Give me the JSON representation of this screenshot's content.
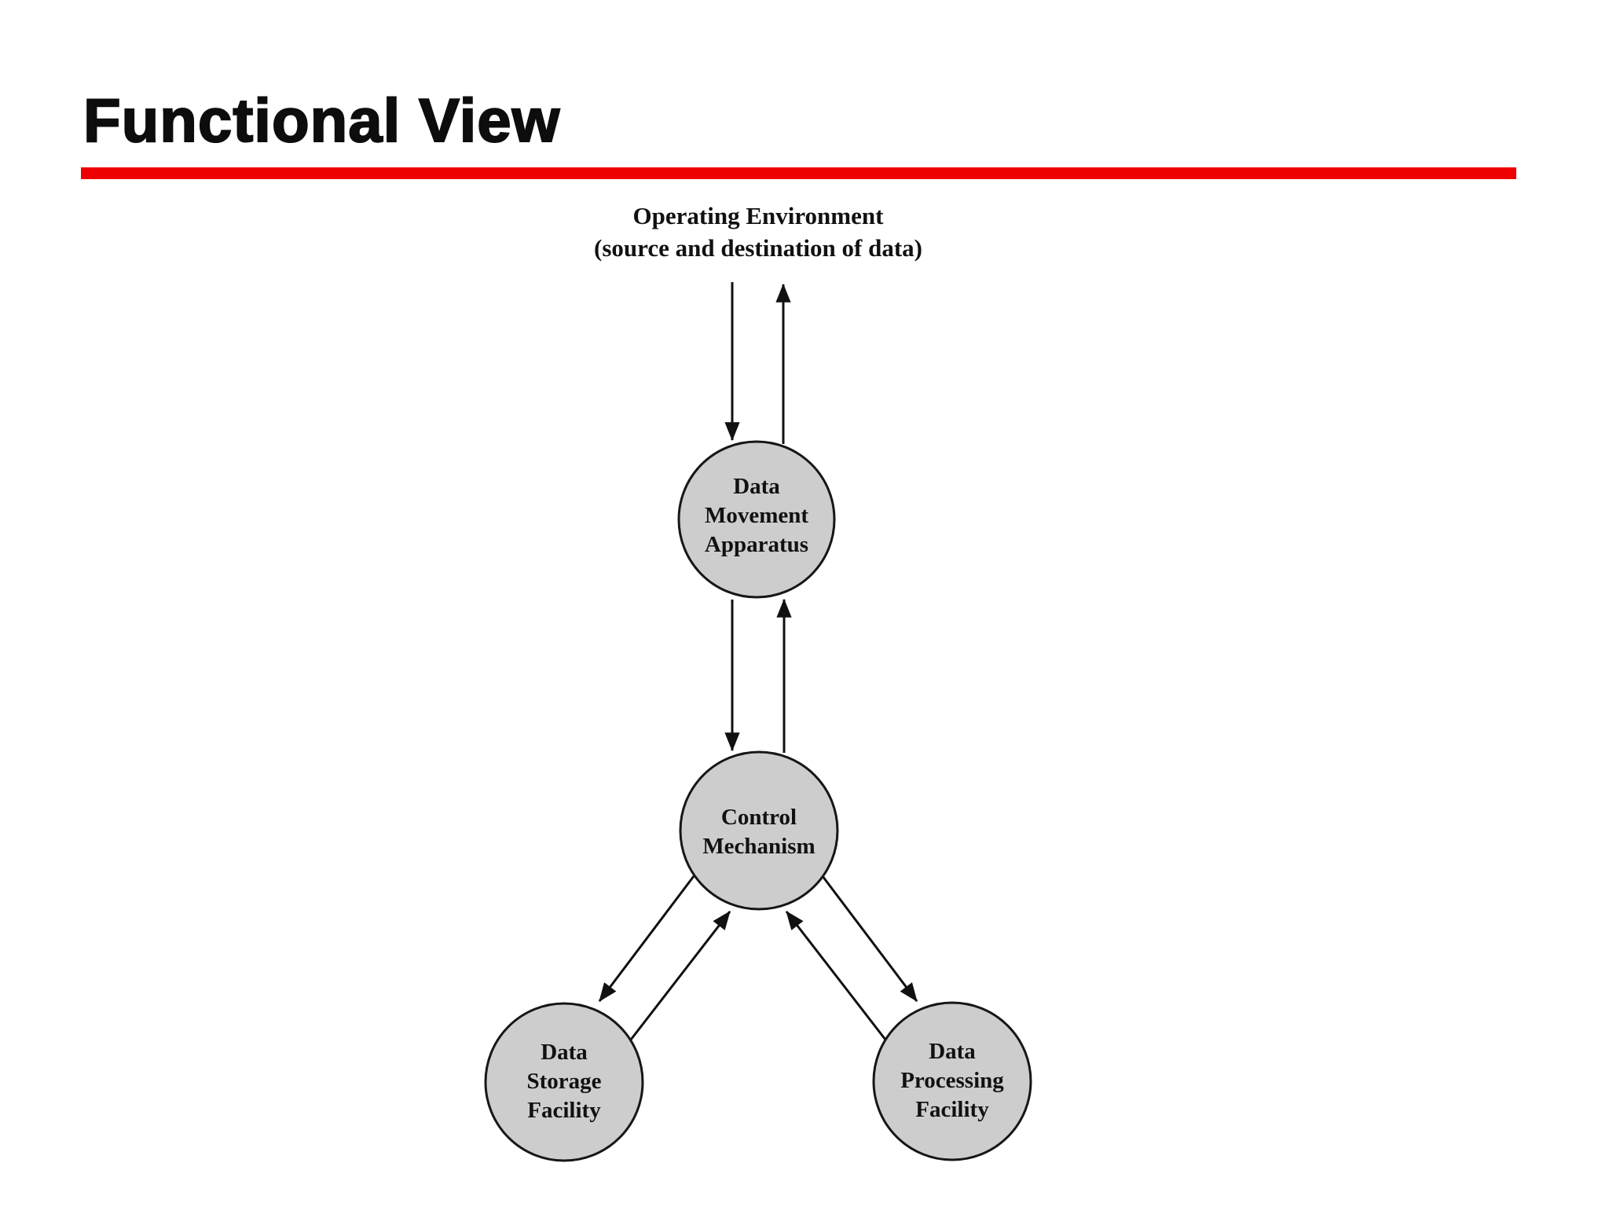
{
  "slide": {
    "title": "Functional View",
    "accent_color": "#ee0000",
    "background_color": "#ffffff"
  },
  "diagram": {
    "environment": {
      "line1": "Operating Environment",
      "line2": "(source and destination of data)"
    },
    "nodes": [
      {
        "id": "data-movement-apparatus",
        "lines": [
          "Data",
          "Movement",
          "Apparatus"
        ]
      },
      {
        "id": "control-mechanism",
        "lines": [
          "Control",
          "Mechanism"
        ]
      },
      {
        "id": "data-storage-facility",
        "lines": [
          "Data",
          "Storage",
          "Facility"
        ]
      },
      {
        "id": "data-processing-facility",
        "lines": [
          "Data",
          "Processing",
          "Facility"
        ]
      }
    ],
    "node_fill_color": "#cdcdcd",
    "line_color": "#111111",
    "connections": [
      "environment -> data-movement-apparatus",
      "data-movement-apparatus -> environment",
      "data-movement-apparatus -> control-mechanism",
      "control-mechanism -> data-movement-apparatus",
      "control-mechanism -> data-storage-facility",
      "data-storage-facility -> control-mechanism",
      "control-mechanism -> data-processing-facility",
      "data-processing-facility -> control-mechanism"
    ]
  }
}
